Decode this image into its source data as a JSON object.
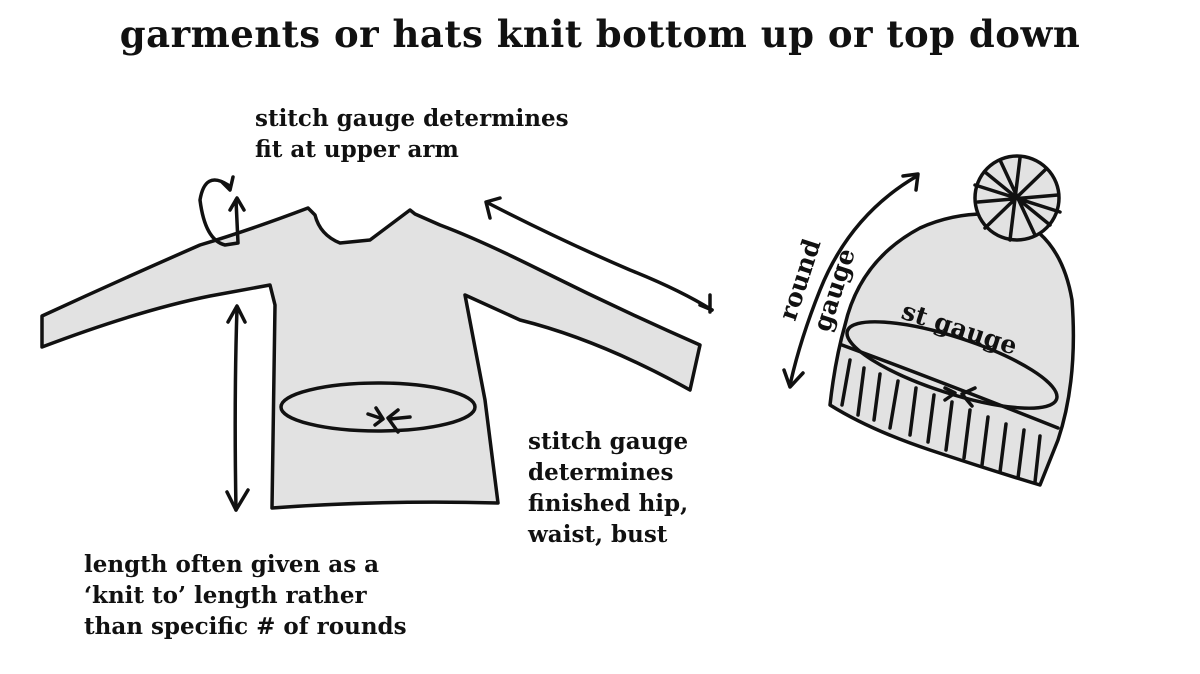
{
  "title": "garments or hats knit bottom up or top down",
  "sweater": {
    "label_upper_arm": "stitch gauge determines\nfit at upper arm",
    "label_hip": "stitch gauge\ndetermines\nfinished hip,\nwaist, bust",
    "label_length": "length often given as a\n‘knit to’ length rather\nthan specific # of rounds"
  },
  "hat": {
    "label_round_1": "round",
    "label_round_2": "gauge",
    "label_stitch": "st gauge"
  },
  "colors": {
    "fill": "#e2e2e2",
    "ink": "#111111"
  }
}
